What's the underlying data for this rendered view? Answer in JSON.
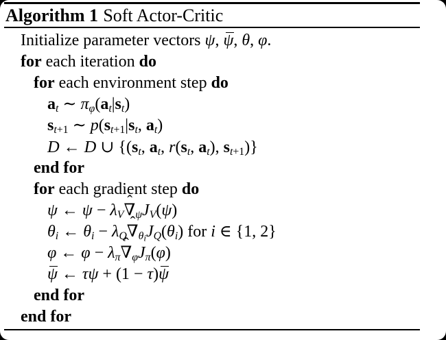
{
  "window": {
    "outer_background": "#000000",
    "card_background": "#ffffff",
    "text_color": "#000000"
  },
  "header": {
    "label": "Algorithm 1",
    "title": "Soft Actor-Critic"
  },
  "algorithm": {
    "lines": [
      {
        "indent": 0,
        "html": "Initialize parameter vectors <i>ψ</i>, <span class='ol'><i>ψ</i></span>, <i>θ</i>, <i>φ</i>."
      },
      {
        "indent": 0,
        "html": "<b>for</b> each iteration <b>do</b>"
      },
      {
        "indent": 1,
        "html": "<b>for</b> each environment step <b>do</b>"
      },
      {
        "indent": 2,
        "html": "<b>a</b><sub><i>t</i></sub> ∼ <i>π</i><sub><i>φ</i></sub>(<b>a</b><sub><i>t</i></sub>|<b>s</b><sub><i>t</i></sub>)"
      },
      {
        "indent": 2,
        "html": "<b>s</b><sub><i>t</i>+1</sub> ∼ <i>p</i>(<b>s</b><sub><i>t</i>+1</sub>|<b>s</b><sub><i>t</i></sub>, <b>a</b><sub><i>t</i></sub>)"
      },
      {
        "indent": 2,
        "html": "<span class='cal'>D</span> ← <span class='cal'>D</span> ∪ {(<b>s</b><sub><i>t</i></sub>, <b>a</b><sub><i>t</i></sub>, <i>r</i>(<b>s</b><sub><i>t</i></sub>, <b>a</b><sub><i>t</i></sub>), <b>s</b><sub><i>t</i>+1</sub>)}"
      },
      {
        "indent": 1,
        "html": "<b>end for</b>"
      },
      {
        "indent": 1,
        "html": "<b>for</b> each gradient step <b>do</b>"
      },
      {
        "indent": 2,
        "html": "<i>ψ</i> ← <i>ψ</i> − <i>λ</i><sub><i>V</i></sub><span class='hat'>∇<span class='hatmk'>ˆ</span></span><sub><i>ψ</i></sub><i>J</i><sub><i>V</i></sub>(<i>ψ</i>)"
      },
      {
        "indent": 2,
        "html": "<i>θ</i><sub><i>i</i></sub> ← <i>θ</i><sub><i>i</i></sub> − <i>λ</i><sub><i>Q</i></sub><span class='hat'>∇<span class='hatmk'>ˆ</span></span><sub><i>θ</i><sub><i>i</i></sub></sub><i>J</i><sub><i>Q</i></sub>(<i>θ</i><sub><i>i</i></sub>) for <i>i</i> ∈ {1, 2}"
      },
      {
        "indent": 2,
        "html": "<i>φ</i> ← <i>φ</i> − <i>λ</i><sub><i>π</i></sub><span class='hat'>∇<span class='hatmk'>ˆ</span></span><sub><i>φ</i></sub><i>J</i><sub><i>π</i></sub>(<i>φ</i>)"
      },
      {
        "indent": 2,
        "html": "<span class='ol'><i>ψ</i></span> ← <i>τψ</i> + (1 − <i>τ</i>)<span class='ol'><i>ψ</i></span>"
      },
      {
        "indent": 1,
        "html": "<b>end for</b>"
      },
      {
        "indent": 0,
        "html": "<b>end for</b>"
      }
    ]
  }
}
